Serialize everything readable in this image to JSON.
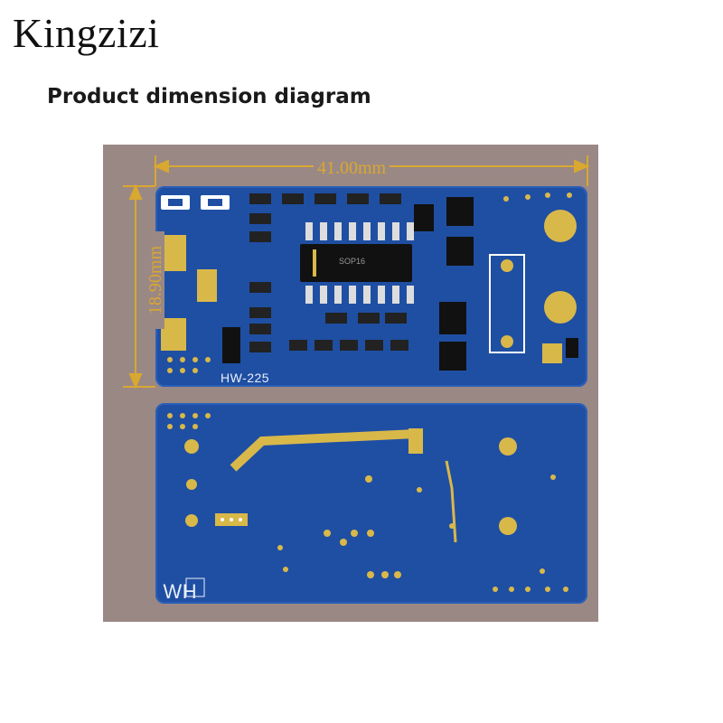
{
  "brand": "Kingzizi",
  "subtitle": "Product dimension diagram",
  "dimensions": {
    "width_label": "41.00mm",
    "height_label": "18.90mm"
  },
  "silkscreen": {
    "model": "HW-225",
    "chip": "SOP16",
    "back": "HW"
  },
  "colors": {
    "board": "#1f4fa3",
    "pads": "#d9b84a",
    "dimension": "#d9a830",
    "background_panel": "#9a8885"
  }
}
